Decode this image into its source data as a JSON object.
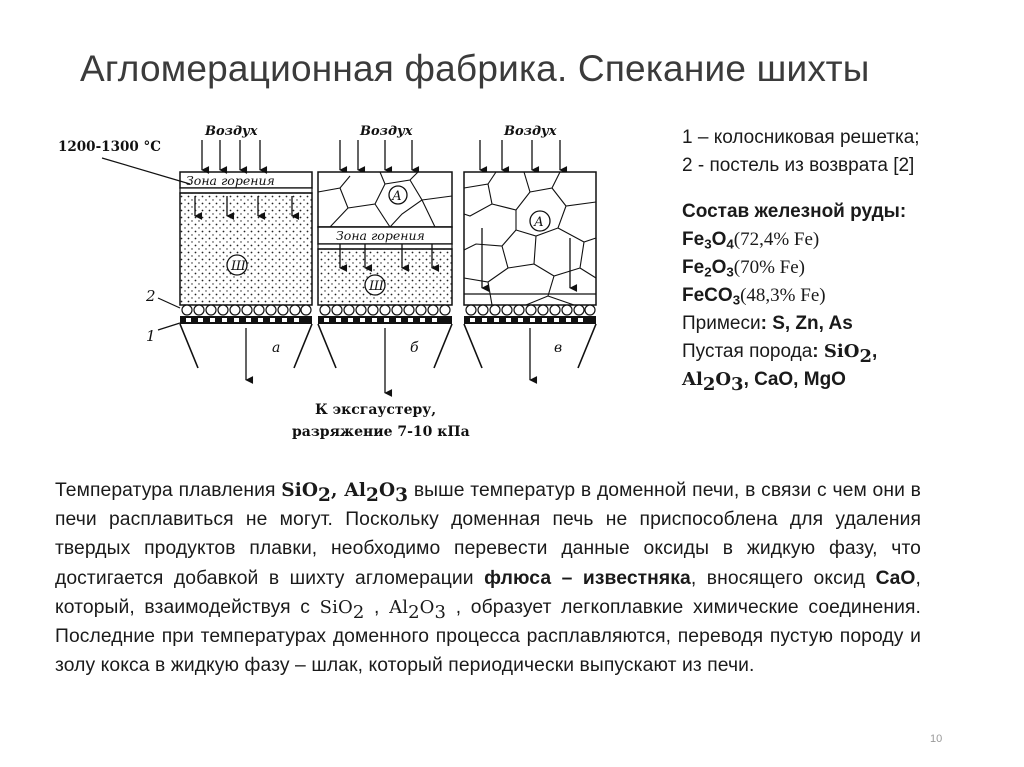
{
  "title": "Агломерационная фабрика. Спекание шихты",
  "diagram": {
    "temp_label": "1200-1300 °C",
    "air": "Воздух",
    "zone": "Зона горения",
    "label_A": "А",
    "label_Sh": "Ш",
    "label_1": "1",
    "label_2": "2",
    "label_a": "а",
    "label_b": "б",
    "label_v": "в",
    "exhaust_line1": "К эксгаустеру,",
    "exhaust_line2": "разряжение 7-10 кПа"
  },
  "side": {
    "caption": "1 – колосниковая решетка; 2 - постель из возврата [2]",
    "heading": "Состав железной руды:",
    "minerals": [
      {
        "f1": "Fe",
        "s1": "3",
        "f2": "O",
        "s2": "4",
        "pct": "(72,4% Fe)"
      },
      {
        "f1": "Fe",
        "s1": "2",
        "f2": "O",
        "s2": "3",
        "pct": "(70% Fe)"
      },
      {
        "f1": "FeCO",
        "s1": "3",
        "f2": "",
        "s2": "",
        "pct": "(48,3% Fe)"
      }
    ],
    "impurities_label": "Примеси",
    "impurities": ": S, Zn, As",
    "gangue_label": "Пустая порода",
    "gangue_colon": ":",
    "sio2_main": "SiO",
    "sio2_sub": "2",
    "comma": ",",
    "al_main": "Al",
    "al_sub1": "2",
    "al_o": "O",
    "al_sub2": "3",
    "gangue_rest": ", CaO, MgO"
  },
  "paragraph": {
    "t1": "Температура плавления ",
    "sio2": "SiO",
    "sub2": "2",
    "comma": ", ",
    "al": "Al",
    "al_sub1": "2",
    "al_o": "O",
    "al_sub2": "3",
    "t2": " выше температур в доменной печи, в связи с чем они в печи расплавиться не могут. Поскольку доменная печь не приспособлена для удаления твердых продуктов плавки, необходимо перевести данные оксиды в жидкую фазу, что достигается добавкой в шихту агломерации ",
    "bold1": "флюса – известняка",
    "t3": ", вносящего оксид ",
    "cao": "CaO",
    "t4": ", который, взаимодействуя с ",
    "sio2b": "SiO",
    "sub2b": "2",
    "sep": " , ",
    "alb": "Al",
    "alb_sub1": "2",
    "alb_o": "O",
    "alb_sub2": "3",
    "t5": " , образует легкоплавкие химические соединения. Последние при температурах доменного процесса расплавляются, переводя пустую породу и золу кокса в жидкую фазу – шлак, который периодически выпускают из печи."
  },
  "page_number": "10"
}
